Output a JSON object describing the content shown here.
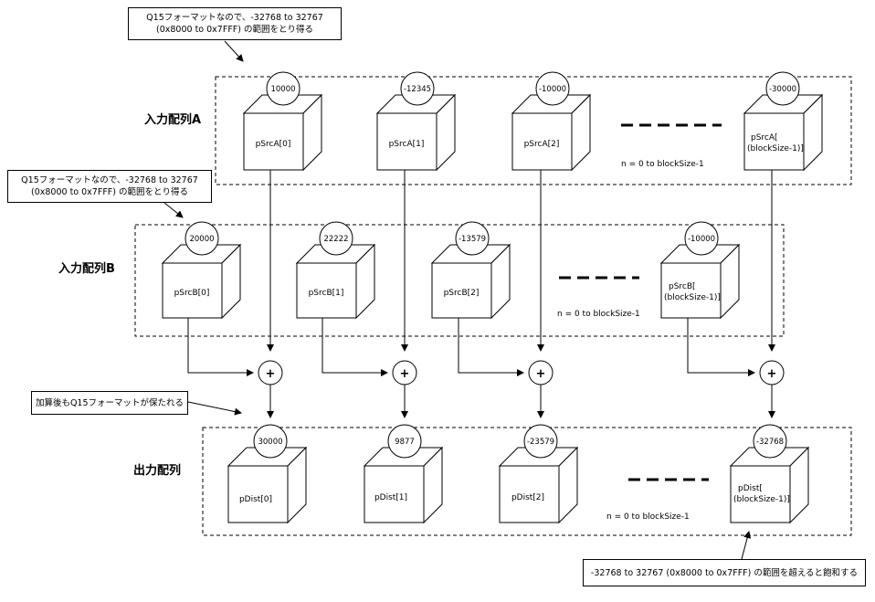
{
  "notes": {
    "q15_a_line1": "Q15フォーマットなので、-32768 to 32767",
    "q15_a_line2": "(0x8000 to 0x7FFF) の範囲をとり得る",
    "q15_b_line1": "Q15フォーマットなので、-32768 to 32767",
    "q15_b_line2": "(0x8000 to 0x7FFF) の範囲をとり得る",
    "add_note": "加算後もQ15フォーマットが保たれる",
    "saturate_note": "-32768 to 32767 (0x8000 to 0x7FFF) の範囲を超えると飽和する"
  },
  "rows": {
    "a": {
      "label": "入力配列A",
      "range": "n = 0 to blockSize-1",
      "cells": [
        {
          "value": "10000",
          "name": "pSrcA[0]"
        },
        {
          "value": "-12345",
          "name": "pSrcA[1]"
        },
        {
          "value": "-10000",
          "name": "pSrcA[2]"
        },
        {
          "value": "-30000",
          "name_line1": "pSrcA[",
          "name_line2": "(blockSize-1)]"
        }
      ]
    },
    "b": {
      "label": "入力配列B",
      "range": "n = 0 to blockSize-1",
      "cells": [
        {
          "value": "20000",
          "name": "pSrcB[0]"
        },
        {
          "value": "22222",
          "name": "pSrcB[1]"
        },
        {
          "value": "-13579",
          "name": "pSrcB[2]"
        },
        {
          "value": "-10000",
          "name_line1": "pSrcB[",
          "name_line2": "(blockSize-1)]"
        }
      ]
    },
    "out": {
      "label": "出力配列",
      "range": "n = 0 to blockSize-1",
      "cells": [
        {
          "value": "30000",
          "name": "pDist[0]"
        },
        {
          "value": "9877",
          "name": "pDist[1]"
        },
        {
          "value": "-23579",
          "name": "pDist[2]"
        },
        {
          "value": "-32768",
          "name_line1": "pDist[",
          "name_line2": "(blockSize-1)]"
        }
      ]
    }
  },
  "operator_symbol": "+"
}
